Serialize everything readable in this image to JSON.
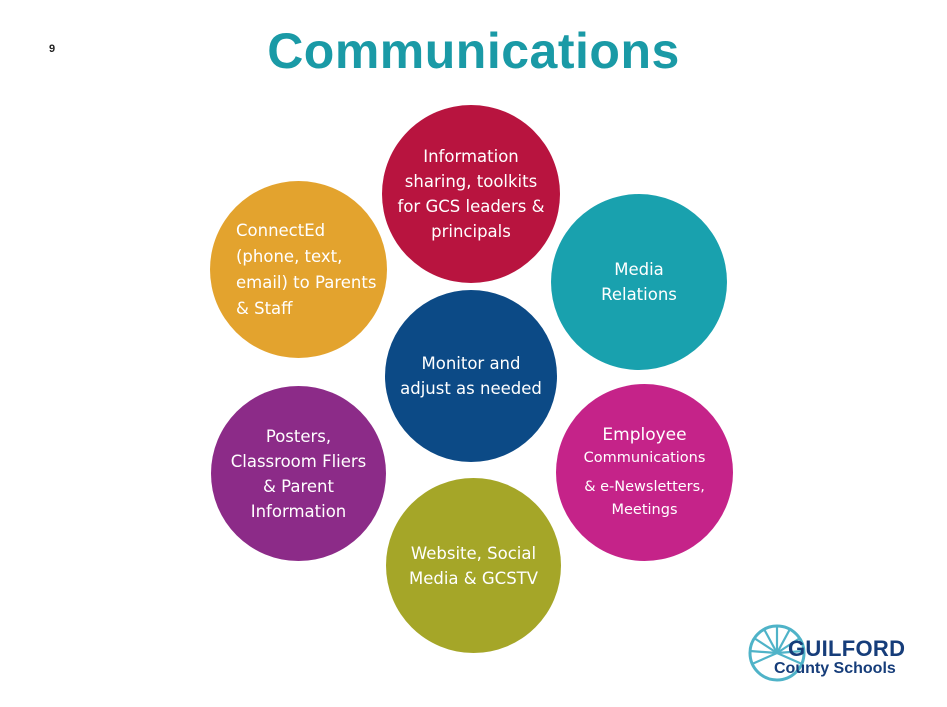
{
  "slide": {
    "number": "9",
    "title": "Communications"
  },
  "circles": {
    "info": {
      "text": "Information sharing, toolkits for GCS leaders & principals",
      "color": "#b8143f"
    },
    "media": {
      "text": "Media Relations",
      "color": "#19a1ae"
    },
    "connected": {
      "text": "ConnectEd (phone, text, email) to Parents & Staff",
      "color": "#e3a32e"
    },
    "monitor": {
      "text": "Monitor and adjust as needed",
      "color": "#0c4a86"
    },
    "posters": {
      "text": "Posters, Classroom Fliers & Parent Information",
      "color": "#8c2b88"
    },
    "employee": {
      "line1": "Employee",
      "line2": "Communications",
      "line3": "& e-Newsletters, Meetings",
      "color": "#c52389"
    },
    "website": {
      "text": "Website, Social Media & GCSTV",
      "color": "#a5a628"
    }
  },
  "logo": {
    "line1": "GUILFORD",
    "line2": "County Schools",
    "icon": "sunburst-logo-icon",
    "color": "#163d7a"
  },
  "accent": "#1a9aa6"
}
